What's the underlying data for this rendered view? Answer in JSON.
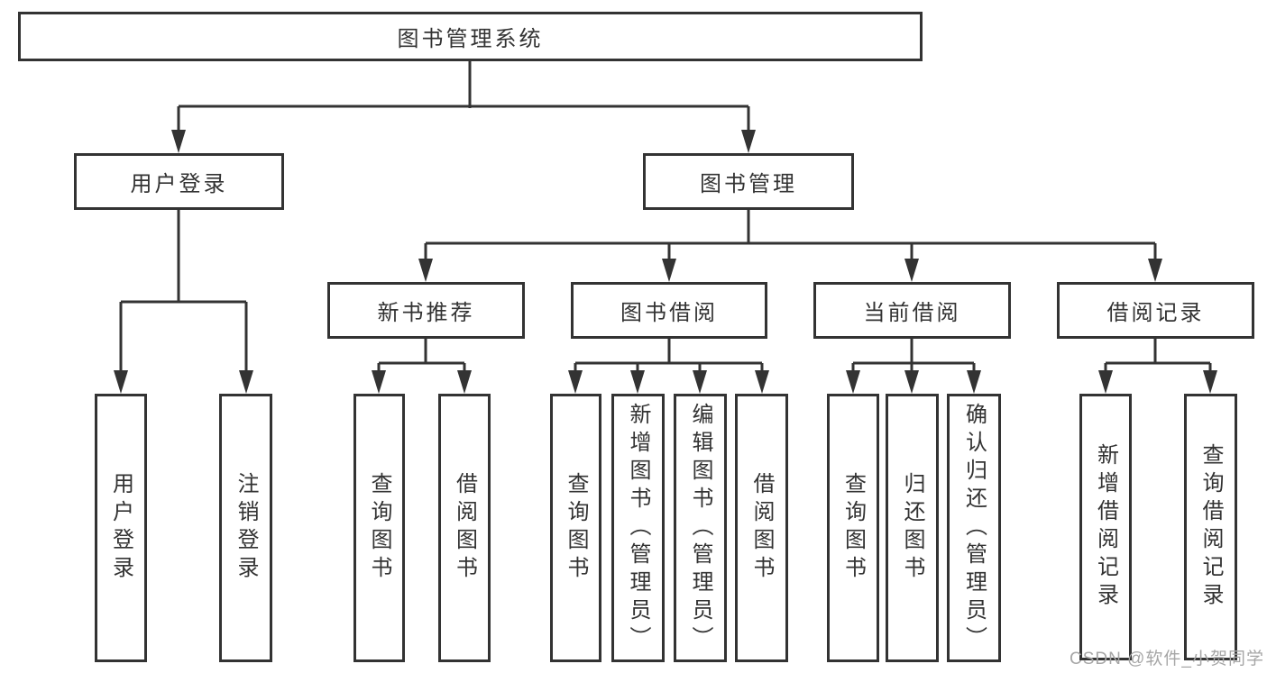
{
  "diagram": {
    "root": "图书管理系统",
    "branches": [
      {
        "label": "用户登录",
        "children": [
          "用户登录",
          "注销登录"
        ]
      },
      {
        "label": "图书管理",
        "groups": [
          {
            "label": "新书推荐",
            "children": [
              "查询图书",
              "借阅图书"
            ]
          },
          {
            "label": "图书借阅",
            "children": [
              "查询图书",
              "新增图书（管理员）",
              "编辑图书（管理员）",
              "借阅图书"
            ]
          },
          {
            "label": "当前借阅",
            "children": [
              "查询图书",
              "归还图书",
              "确认归还（管理员）"
            ]
          },
          {
            "label": "借阅记录",
            "children": [
              "新增借阅记录",
              "查询借阅记录"
            ]
          }
        ]
      }
    ]
  },
  "watermark": "CSDN @软件_小贺同学",
  "colors": {
    "line": "#333333",
    "text": "#333333",
    "watermark": "#a6a6a6",
    "background": "#ffffff"
  }
}
